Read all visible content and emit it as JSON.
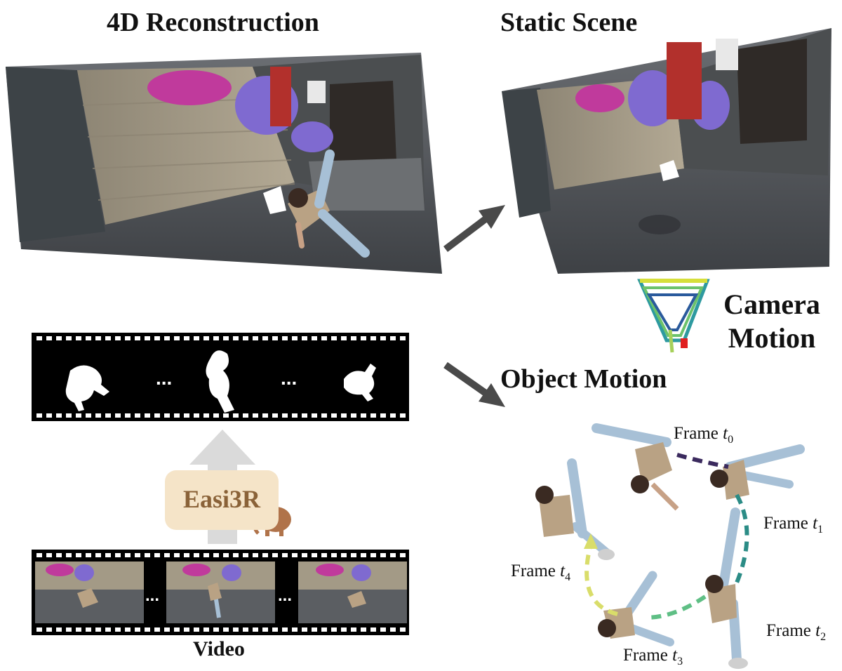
{
  "titles": {
    "reconstruction": "4D Reconstruction",
    "static_scene": "Static Scene",
    "camera_motion_line1": "Camera",
    "camera_motion_line2": "Motion",
    "object_motion": "Object Motion",
    "video": "Video"
  },
  "method": {
    "name": "Easi3R"
  },
  "filmstrip": {
    "ellipsis": "..."
  },
  "frames": [
    {
      "prefix": "Frame ",
      "var": "t",
      "sub": "0"
    },
    {
      "prefix": "Frame ",
      "var": "t",
      "sub": "1"
    },
    {
      "prefix": "Frame ",
      "var": "t",
      "sub": "2"
    },
    {
      "prefix": "Frame ",
      "var": "t",
      "sub": "3"
    },
    {
      "prefix": "Frame ",
      "var": "t",
      "sub": "4"
    }
  ],
  "colors": {
    "wall": "#a39a86",
    "ground": "#5a5d62",
    "magenta_flowers": "#c03a9c",
    "purple_flowers": "#7f6ad0",
    "red_plant": "#b2302c",
    "arrow": "#4a4a4a",
    "easi_box": "#f5e4c8",
    "easi_text": "#8a6238",
    "path_t0_t1": "#3b2a5e",
    "path_t1_t2": "#2b8c86",
    "path_t2_t3": "#5fbf85",
    "path_t3_t4": "#d9dd6a"
  },
  "icons": [
    "mammoth-icon",
    "camera-trajectory-icon",
    "arrow-icon"
  ]
}
